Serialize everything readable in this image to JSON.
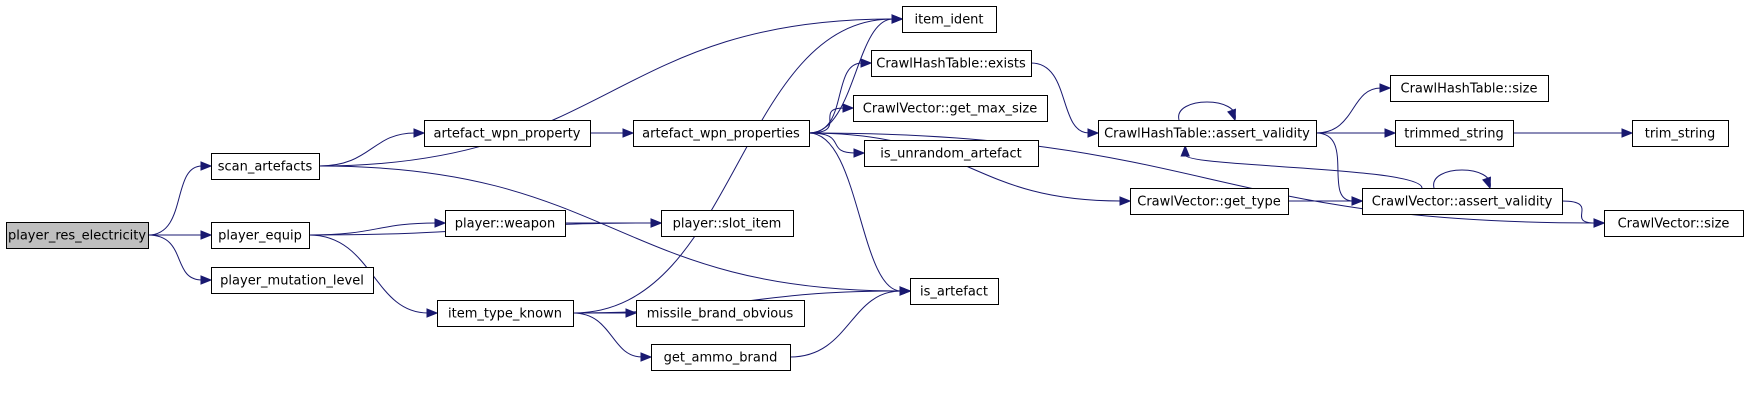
{
  "graph": {
    "nodes": [
      {
        "id": "player_res_electricity",
        "label": "player_res_electricity",
        "root": true
      },
      {
        "id": "scan_artefacts",
        "label": "scan_artefacts"
      },
      {
        "id": "player_equip",
        "label": "player_equip"
      },
      {
        "id": "player_mutation_level",
        "label": "player_mutation_level"
      },
      {
        "id": "artefact_wpn_property",
        "label": "artefact_wpn_property"
      },
      {
        "id": "player_weapon",
        "label": "player::weapon"
      },
      {
        "id": "item_type_known",
        "label": "item_type_known"
      },
      {
        "id": "artefact_wpn_properties",
        "label": "artefact_wpn_properties"
      },
      {
        "id": "player_slot_item",
        "label": "player::slot_item"
      },
      {
        "id": "missile_brand_obvious",
        "label": "missile_brand_obvious"
      },
      {
        "id": "get_ammo_brand",
        "label": "get_ammo_brand"
      },
      {
        "id": "item_ident",
        "label": "item_ident"
      },
      {
        "id": "chash_exists",
        "label": "CrawlHashTable::exists"
      },
      {
        "id": "cvec_get_max_size",
        "label": "CrawlVector::get_max_size"
      },
      {
        "id": "is_unrandom_artefact",
        "label": "is_unrandom_artefact"
      },
      {
        "id": "is_artefact",
        "label": "is_artefact"
      },
      {
        "id": "chash_assert_validity",
        "label": "CrawlHashTable::assert_validity"
      },
      {
        "id": "cvec_get_type",
        "label": "CrawlVector::get_type"
      },
      {
        "id": "chash_size",
        "label": "CrawlHashTable::size"
      },
      {
        "id": "trimmed_string",
        "label": "trimmed_string"
      },
      {
        "id": "cvec_assert_validity",
        "label": "CrawlVector::assert_validity"
      },
      {
        "id": "trim_string",
        "label": "trim_string"
      },
      {
        "id": "cvec_size",
        "label": "CrawlVector::size"
      }
    ],
    "edges": [
      [
        "player_res_electricity",
        "scan_artefacts"
      ],
      [
        "player_res_electricity",
        "player_equip"
      ],
      [
        "player_res_electricity",
        "player_mutation_level"
      ],
      [
        "scan_artefacts",
        "item_ident"
      ],
      [
        "scan_artefacts",
        "artefact_wpn_property"
      ],
      [
        "scan_artefacts",
        "is_artefact"
      ],
      [
        "player_equip",
        "player_weapon"
      ],
      [
        "player_equip",
        "player_slot_item"
      ],
      [
        "player_equip",
        "item_type_known"
      ],
      [
        "player_weapon",
        "player_slot_item"
      ],
      [
        "artefact_wpn_property",
        "artefact_wpn_properties"
      ],
      [
        "item_type_known",
        "item_ident"
      ],
      [
        "item_type_known",
        "is_artefact"
      ],
      [
        "item_type_known",
        "missile_brand_obvious"
      ],
      [
        "item_type_known",
        "get_ammo_brand"
      ],
      [
        "get_ammo_brand",
        "is_artefact"
      ],
      [
        "artefact_wpn_properties",
        "item_ident"
      ],
      [
        "artefact_wpn_properties",
        "chash_exists"
      ],
      [
        "artefact_wpn_properties",
        "cvec_get_max_size"
      ],
      [
        "artefact_wpn_properties",
        "is_unrandom_artefact"
      ],
      [
        "artefact_wpn_properties",
        "is_artefact"
      ],
      [
        "artefact_wpn_properties",
        "cvec_get_type"
      ],
      [
        "artefact_wpn_properties",
        "cvec_size"
      ],
      [
        "chash_exists",
        "chash_assert_validity"
      ],
      [
        "chash_assert_validity",
        "chash_assert_validity"
      ],
      [
        "chash_assert_validity",
        "chash_size"
      ],
      [
        "chash_assert_validity",
        "trimmed_string"
      ],
      [
        "chash_assert_validity",
        "cvec_assert_validity"
      ],
      [
        "cvec_get_type",
        "cvec_assert_validity"
      ],
      [
        "cvec_assert_validity",
        "cvec_assert_validity"
      ],
      [
        "cvec_assert_validity",
        "chash_assert_validity"
      ],
      [
        "cvec_assert_validity",
        "cvec_size"
      ],
      [
        "trimmed_string",
        "trim_string"
      ]
    ],
    "colors": {
      "edge": "#191970",
      "node_border": "#000000",
      "root_fill": "#bfbfbf",
      "node_fill": "#ffffff"
    }
  }
}
